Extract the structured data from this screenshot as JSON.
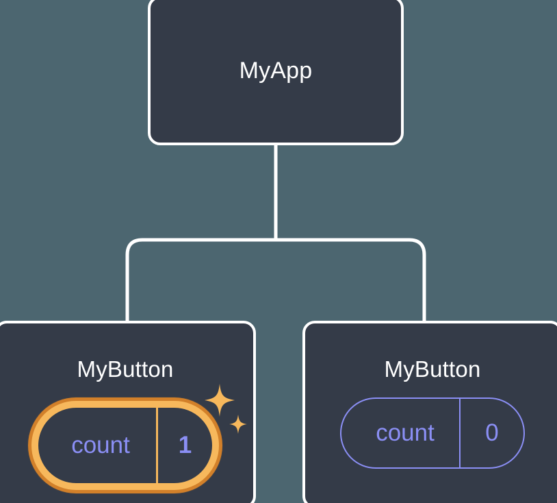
{
  "theme": {
    "background": "#4c6670",
    "node_fill": "#343b48",
    "node_border": "#ffffff",
    "connector": "#ffffff",
    "accent_outer": "#d2802a",
    "accent_inner": "#f7b85c",
    "state_text": "#8b8ff5",
    "title_text": "#ffffff"
  },
  "diagram": {
    "type": "component-tree",
    "root": {
      "title": "MyApp"
    },
    "children": [
      {
        "title": "MyButton",
        "state": {
          "key": "count",
          "value": "1"
        },
        "highlighted": true,
        "sparkle_large": "sparkle-icon",
        "sparkle_small": "sparkle-icon"
      },
      {
        "title": "MyButton",
        "state": {
          "key": "count",
          "value": "0"
        },
        "highlighted": false
      }
    ]
  }
}
